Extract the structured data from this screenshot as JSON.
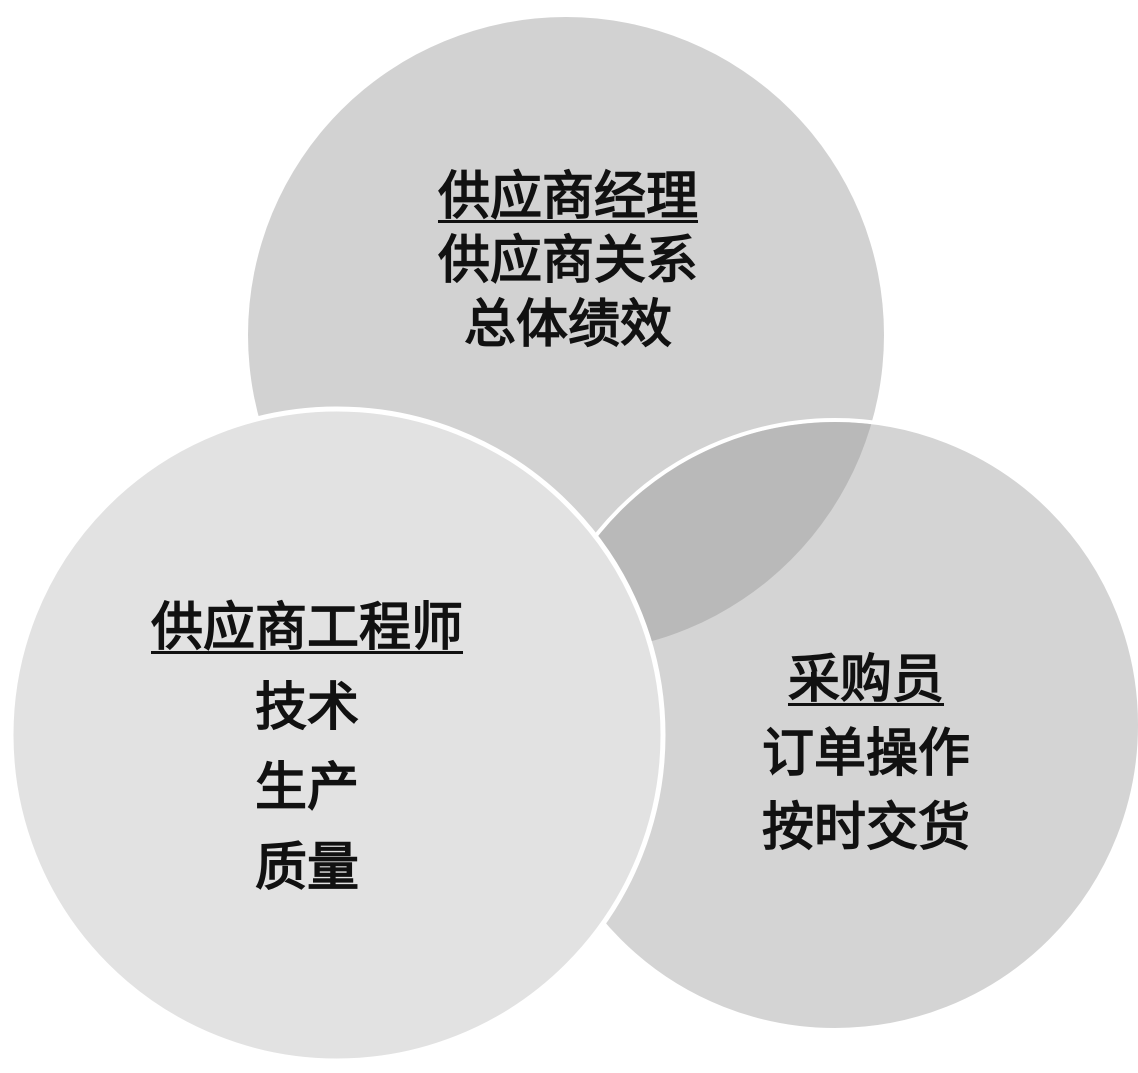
{
  "colors": {
    "top": "#d2d2d2",
    "right": "#d4d4d4",
    "overlap": "#b9b9b9",
    "left": "#e2e2e2",
    "stroke": "#ffffff"
  },
  "circles": [
    {
      "title": "供应商经理",
      "lines": [
        "供应商关系",
        "总体绩效"
      ]
    },
    {
      "title": "供应商工程师",
      "lines": [
        "技术",
        "生产",
        "质量"
      ]
    },
    {
      "title": "采购员",
      "lines": [
        "订单操作",
        "按时交货"
      ]
    }
  ]
}
